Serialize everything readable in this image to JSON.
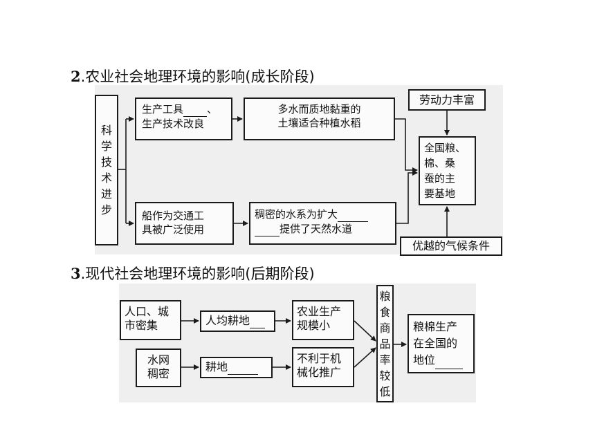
{
  "section2": {
    "number": "2",
    "title": ".农业社会地理环境的影响(成长阶段)",
    "tech_progress": "科学技术进步",
    "tools_line1": "生产工具",
    "tools_sep": "、",
    "tools_line2": "生产技术改良",
    "soil_line1": "多水而质地黏重的",
    "soil_line2": "土壤适合种植水稻",
    "boat_line1": "船作为交通工",
    "boat_line2": "具被广泛使用",
    "water_line1": "稠密的水系为扩大",
    "water_line2": "提供了天然水道",
    "labor": "劳动力丰富",
    "base_lines": [
      "全国粮、",
      "棉、桑",
      "蚕的主",
      "要基地"
    ],
    "climate": "优越的气候条件"
  },
  "section3": {
    "number": "3",
    "title": ".现代社会地理环境的影响(后期阶段)",
    "population_line1": "人口、城",
    "population_line2": "市密集",
    "farmland_per_capita": "人均耕地",
    "small_scale_line1": "农业生产",
    "small_scale_line2": "规模小",
    "waternet_line1": "水网",
    "waternet_line2": "稠密",
    "farmland": "耕地",
    "mechanization_line1": "不利于机",
    "mechanization_line2": "械化推广",
    "grain_rate": "粮食商品率较低",
    "status_line1": "粮棉生产",
    "status_line2": "在全国的",
    "status_line3": "地位"
  }
}
